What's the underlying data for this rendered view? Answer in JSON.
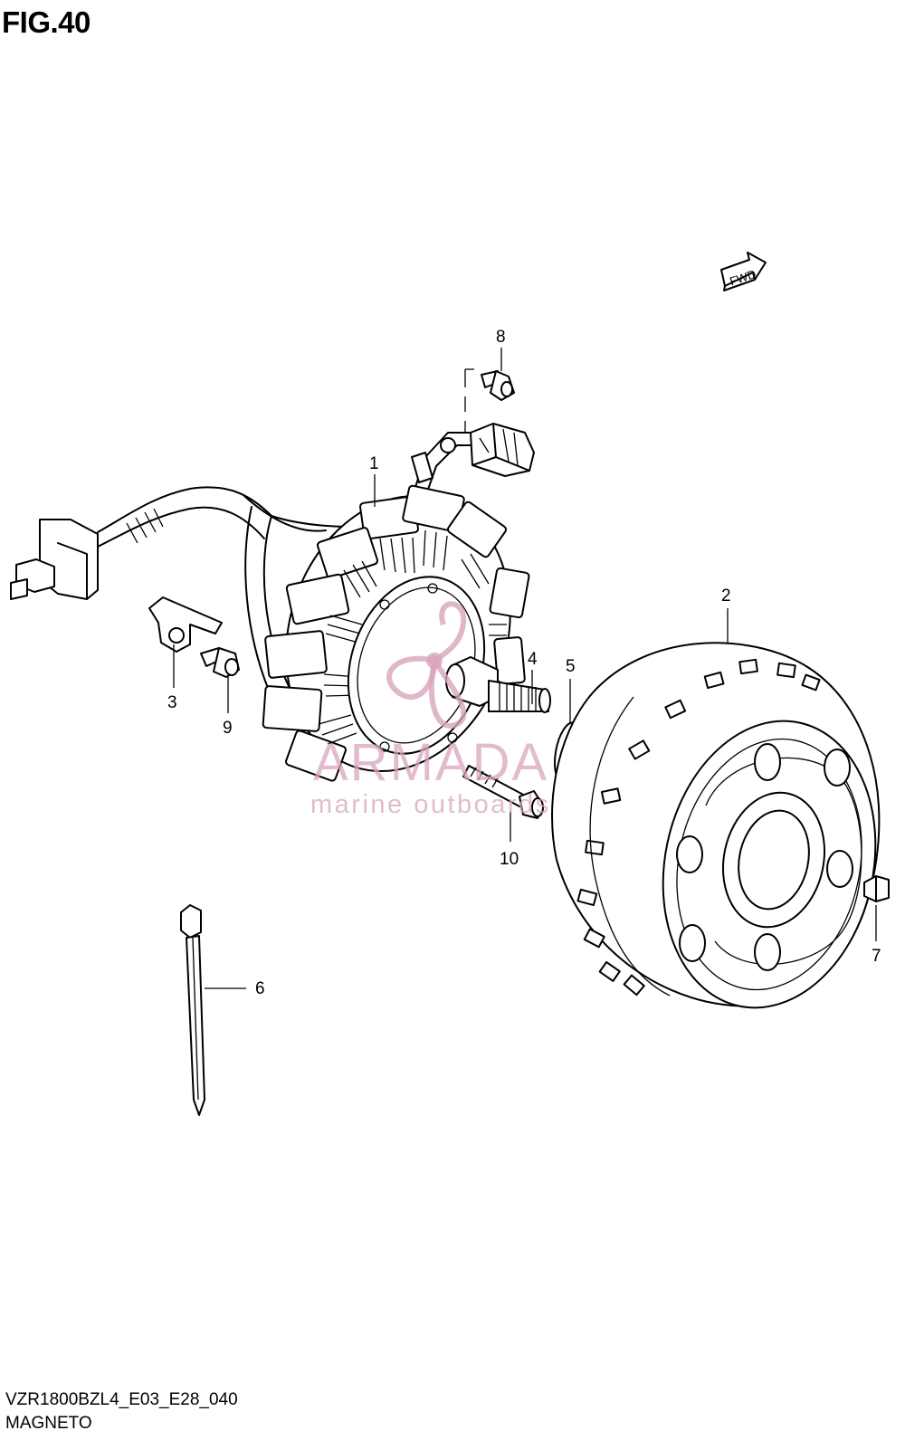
{
  "figure": {
    "title": "FIG.40",
    "code": "VZR1800BZL4_E03_E28_040",
    "name": "MAGNETO",
    "direction_label": "FWD"
  },
  "callouts": [
    {
      "id": "1",
      "label": "1"
    },
    {
      "id": "2",
      "label": "2"
    },
    {
      "id": "3",
      "label": "3"
    },
    {
      "id": "4",
      "label": "4"
    },
    {
      "id": "5",
      "label": "5"
    },
    {
      "id": "6",
      "label": "6"
    },
    {
      "id": "7",
      "label": "7"
    },
    {
      "id": "8",
      "label": "8"
    },
    {
      "id": "9",
      "label": "9"
    },
    {
      "id": "10",
      "label": "10"
    }
  ],
  "watermark": {
    "brand": "ARMADA",
    "tagline": "marine outboards",
    "color": "#d8a5bd"
  }
}
